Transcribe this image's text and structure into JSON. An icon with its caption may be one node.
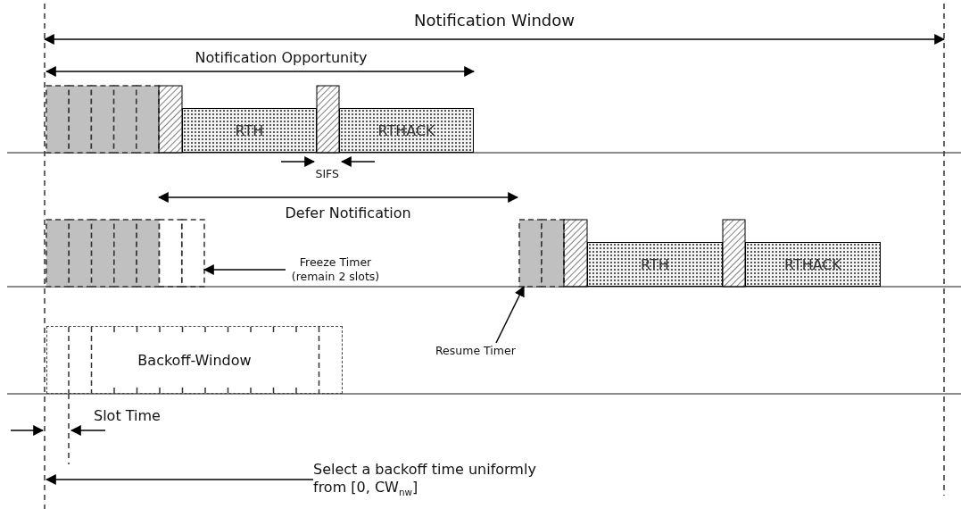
{
  "diagram": {
    "nodes": [
      {
        "text": [],
        "shape": "box"
      },
      {
        "text": [],
        "shape": "bar"
      },
      {
        "text": [
          "RTH"
        ]
      },
      {
        "text": [],
        "shape": "bar"
      },
      {
        "text": [
          "RTHACK"
        ]
      },
      {
        "text": [],
        "shape": "box"
      },
      {
        "text": [
          "Freeze Timer (remain 2 slots)"
        ]
      },
      {
        "text": [],
        "shape": "box"
      },
      {
        "text": [],
        "shape": "bar"
      },
      {
        "text": [
          "RTH"
        ]
      },
      {
        "text": [],
        "shape": "bar"
      },
      {
        "text": [
          "RTHACK"
        ]
      },
      {
        "text": [
          "Resume Timer"
        ]
      },
      {
        "text": [
          "Backoff-Window"
        ]
      },
      {
        "text": [
          "Select a backoff time uniformly from [0, CW$_{nw}$]"
        ]
      }
    ],
    "edges": [
      {
        "from": 6,
        "to": 5,
        "arrow": "to"
      },
      {
        "from": 12,
        "to": 7,
        "arrow": "to"
      },
      {
        "from": 14,
        "to": null,
        "arrow": "to"
      }
    ],
    "labels": [
      "Notification Window",
      "Notification Opportunity",
      "SIFS",
      "Defer Notification",
      "Slot Time"
    ]
  }
}
